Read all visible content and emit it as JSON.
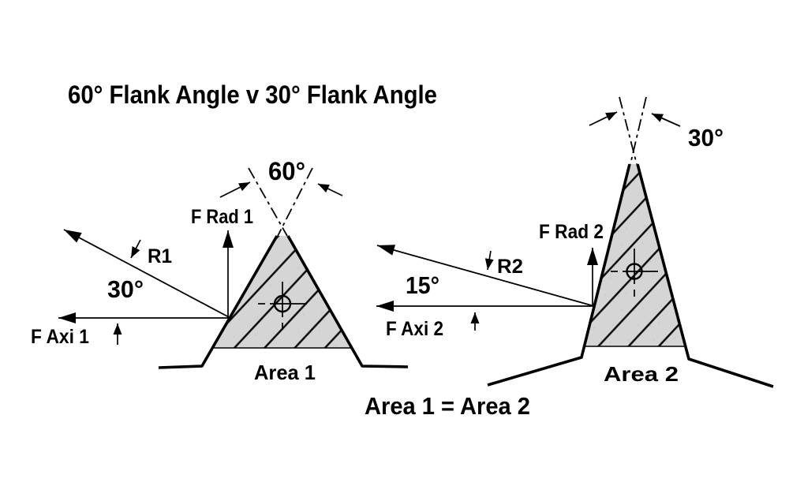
{
  "title": "60° Flank Angle v 30° Flank Angle",
  "equation": "Area 1 = Area 2",
  "colors": {
    "background": "#ffffff",
    "line": "#000000",
    "section_fill": "#d5d5d5",
    "texture_dot": "#bfbfbf"
  },
  "left_profile": {
    "flank_angle_label": "60°",
    "radial_force_label": "F Rad 1",
    "axial_force_label": "F Axi 1",
    "resultant_label": "R1",
    "resultant_angle_label": "30°",
    "area_label": "Area 1"
  },
  "right_profile": {
    "flank_angle_label": "30°",
    "radial_force_label": "F Rad 2",
    "axial_force_label": "F Axi 2",
    "resultant_label": "R2",
    "resultant_angle_label": "15°",
    "area_label": "Area 2"
  }
}
